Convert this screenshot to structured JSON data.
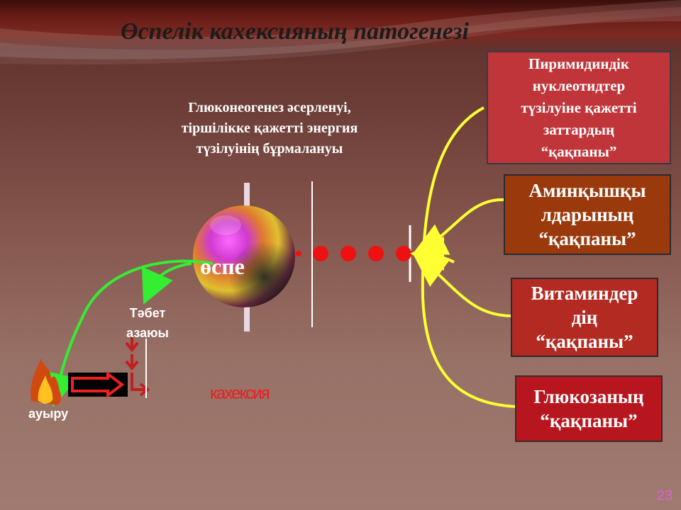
{
  "title": "Өспелік кахексияның патогенезі",
  "subtitle_lines": [
    "Глюконеогенез әсерленуі,",
    "тіршілікке қажетті энергия",
    "түзілуінің  бұрмалануы"
  ],
  "tumor_label": "өспе",
  "traps": {
    "pyrimidine": [
      "Пиримидиндік",
      "нуклеотидтер",
      "түзілуіне қажетті",
      "заттардың",
      "“қақпаны”"
    ],
    "amino_acids": [
      "Аминқышқы",
      "лдарының",
      "“қақпаны”"
    ],
    "vitamins": [
      "Витаминдер",
      "дің",
      "“қақпаны”"
    ],
    "glucose": [
      "Глюкозаның",
      "“қақпаны”"
    ]
  },
  "headache_lines": [
    "Тәбет",
    "азаюы"
  ],
  "pain_label": "ауыру",
  "cachexia_label": "кахексия",
  "page_number": "23",
  "colors": {
    "connector_yellow": "#ffff33",
    "green_arrow": "#33ee33",
    "red_dots": "#ee1111"
  }
}
